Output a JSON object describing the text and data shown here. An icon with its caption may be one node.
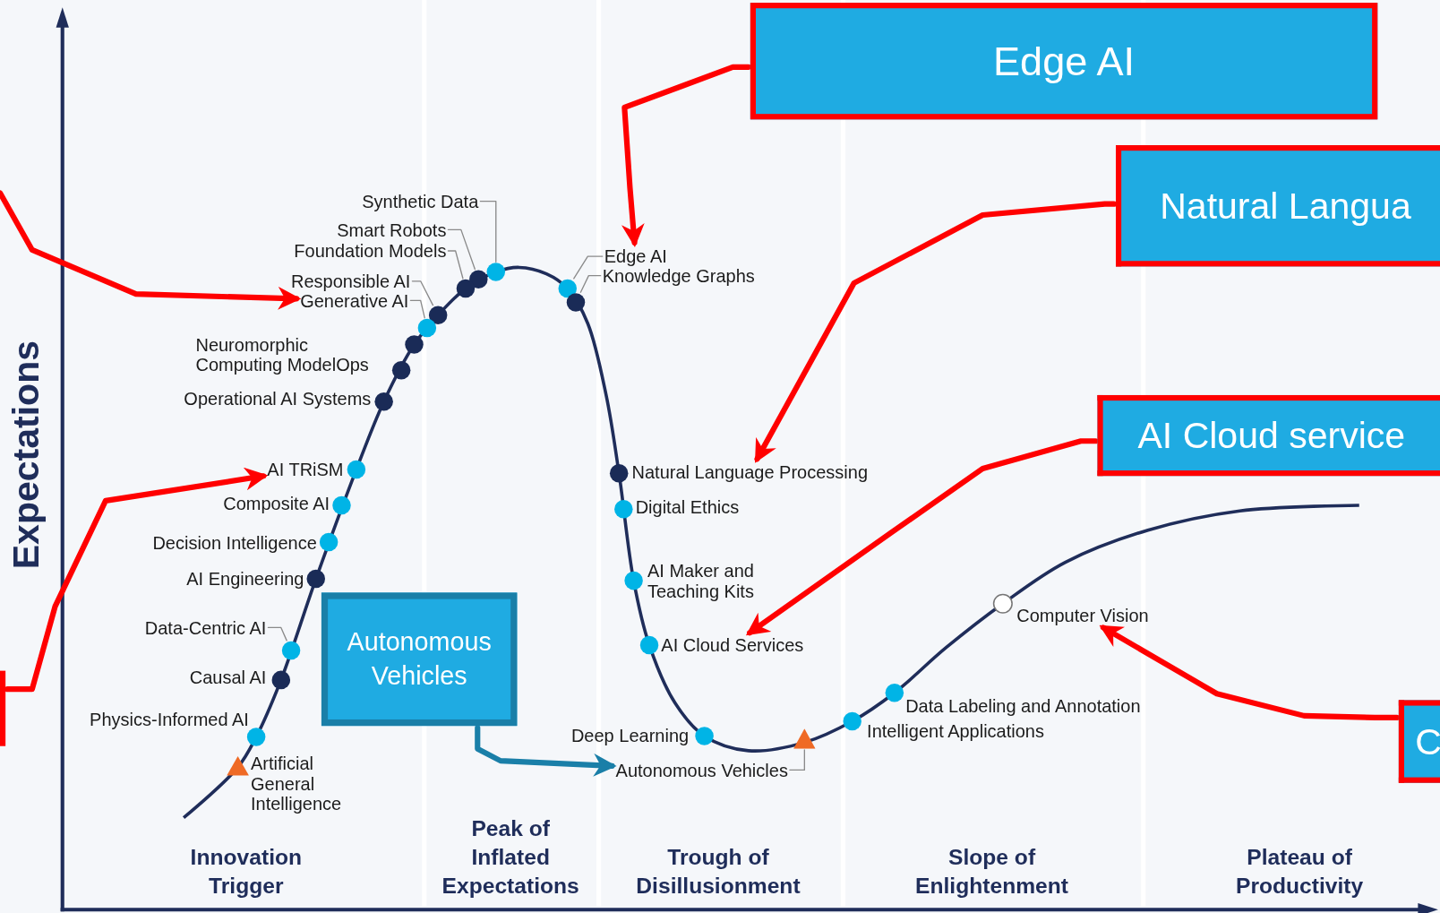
{
  "diagram": {
    "nodes": [
      {
        "text": [
          "Edge AI"
        ]
      },
      {
        "text": [
          "Natural Langua"
        ]
      },
      {
        "text": [
          "AI Cloud service"
        ]
      },
      {
        "text": [
          "Autonomous Vehicles"
        ]
      },
      {
        "text": [
          "C"
        ]
      },
      {
        "text": [],
        "shape": "box"
      },
      {
        "text": [
          "Synthetic Data"
        ]
      },
      {
        "text": [
          "Smart Robots"
        ]
      },
      {
        "text": [
          "Foundation Models"
        ]
      },
      {
        "text": [
          "Responsible AI"
        ]
      },
      {
        "text": [
          "Generative AI"
        ]
      },
      {
        "text": [
          "Neuromorphic Computing ModelOps"
        ]
      },
      {
        "text": [
          "Operational AI Systems"
        ]
      },
      {
        "text": [
          "AI TRiSM"
        ]
      },
      {
        "text": [
          "Composite AI"
        ]
      },
      {
        "text": [
          "Decision Intelligence"
        ]
      },
      {
        "text": [
          "AI Engineering"
        ]
      },
      {
        "text": [
          "Data-Centric AI"
        ]
      },
      {
        "text": [
          "Causal AI"
        ]
      },
      {
        "text": [
          "Physics-Informed AI"
        ]
      },
      {
        "text": [
          "Artificial General Intelligence"
        ]
      },
      {
        "text": [
          "Edge AI"
        ]
      },
      {
        "text": [
          "Knowledge Graphs"
        ]
      },
      {
        "text": [
          "Natural Language Processing"
        ]
      },
      {
        "text": [
          "Digital Ethics"
        ]
      },
      {
        "text": [
          "AI Maker and Teaching Kits"
        ]
      },
      {
        "text": [
          "AI Cloud Services"
        ]
      },
      {
        "text": [
          "Deep Learning"
        ]
      },
      {
        "text": [
          "Autonomous Vehicles"
        ]
      },
      {
        "text": [
          "Data Labeling and Annotation"
        ]
      },
      {
        "text": [
          "Intelligent Applications"
        ]
      },
      {
        "text": [
          "Computer Vision"
        ]
      },
      {
        "text": [],
        "shape": "circle"
      },
      {
        "text": [],
        "shape": "circle"
      },
      {
        "text": [],
        "shape": "circle"
      },
      {
        "text": [],
        "shape": "circle"
      },
      {
        "text": [],
        "shape": "circle"
      },
      {
        "text": [],
        "shape": "circle"
      },
      {
        "text": [],
        "shape": "circle"
      },
      {
        "text": [],
        "shape": "circle"
      },
      {
        "text": [],
        "shape": "triangle"
      }
    ],
    "edges": [
      {
        "from": 0,
        "to": 21,
        "arrow": "to",
        "style": "thick",
        "color": "#ff0000"
      },
      {
        "from": 1,
        "to": 23,
        "arrow": "to",
        "style": "thick",
        "color": "#ff0000"
      },
      {
        "from": 2,
        "to": 26,
        "arrow": "to",
        "style": "thick",
        "color": "#ff0000"
      },
      {
        "from": 4,
        "to": 31,
        "arrow": "to",
        "style": "thick",
        "color": "#ff0000"
      },
      {
        "from": null,
        "to": 10,
        "arrow": "to",
        "style": "thick",
        "color": "#ff0000"
      },
      {
        "from": 5,
        "to": 13,
        "arrow": "to",
        "style": "thick",
        "color": "#ff0000"
      },
      {
        "from": 3,
        "to": 28,
        "arrow": "to",
        "style": "thick",
        "color": "#1a7fa8"
      },
      {
        "from": 6,
        "to": 32,
        "arrow": "none"
      },
      {
        "from": 7,
        "to": 33,
        "arrow": "none"
      },
      {
        "from": 8,
        "to": 34,
        "arrow": "none"
      },
      {
        "from": 9,
        "to": 35,
        "arrow": "none"
      },
      {
        "from": 10,
        "to": 36,
        "arrow": "none"
      },
      {
        "from": 21,
        "to": 37,
        "arrow": "none"
      },
      {
        "from": 22,
        "to": 38,
        "arrow": "none"
      },
      {
        "from": 17,
        "to": 39,
        "arrow": "none"
      },
      {
        "from": 28,
        "to": 40,
        "arrow": "none"
      }
    ],
    "labels": [
      "Expectations",
      "Innovation Trigger",
      "Peak of Inflated Expectations",
      "Trough of Disillusionment",
      "Slope of Enlightenment",
      "Plateau of Productivity"
    ]
  }
}
